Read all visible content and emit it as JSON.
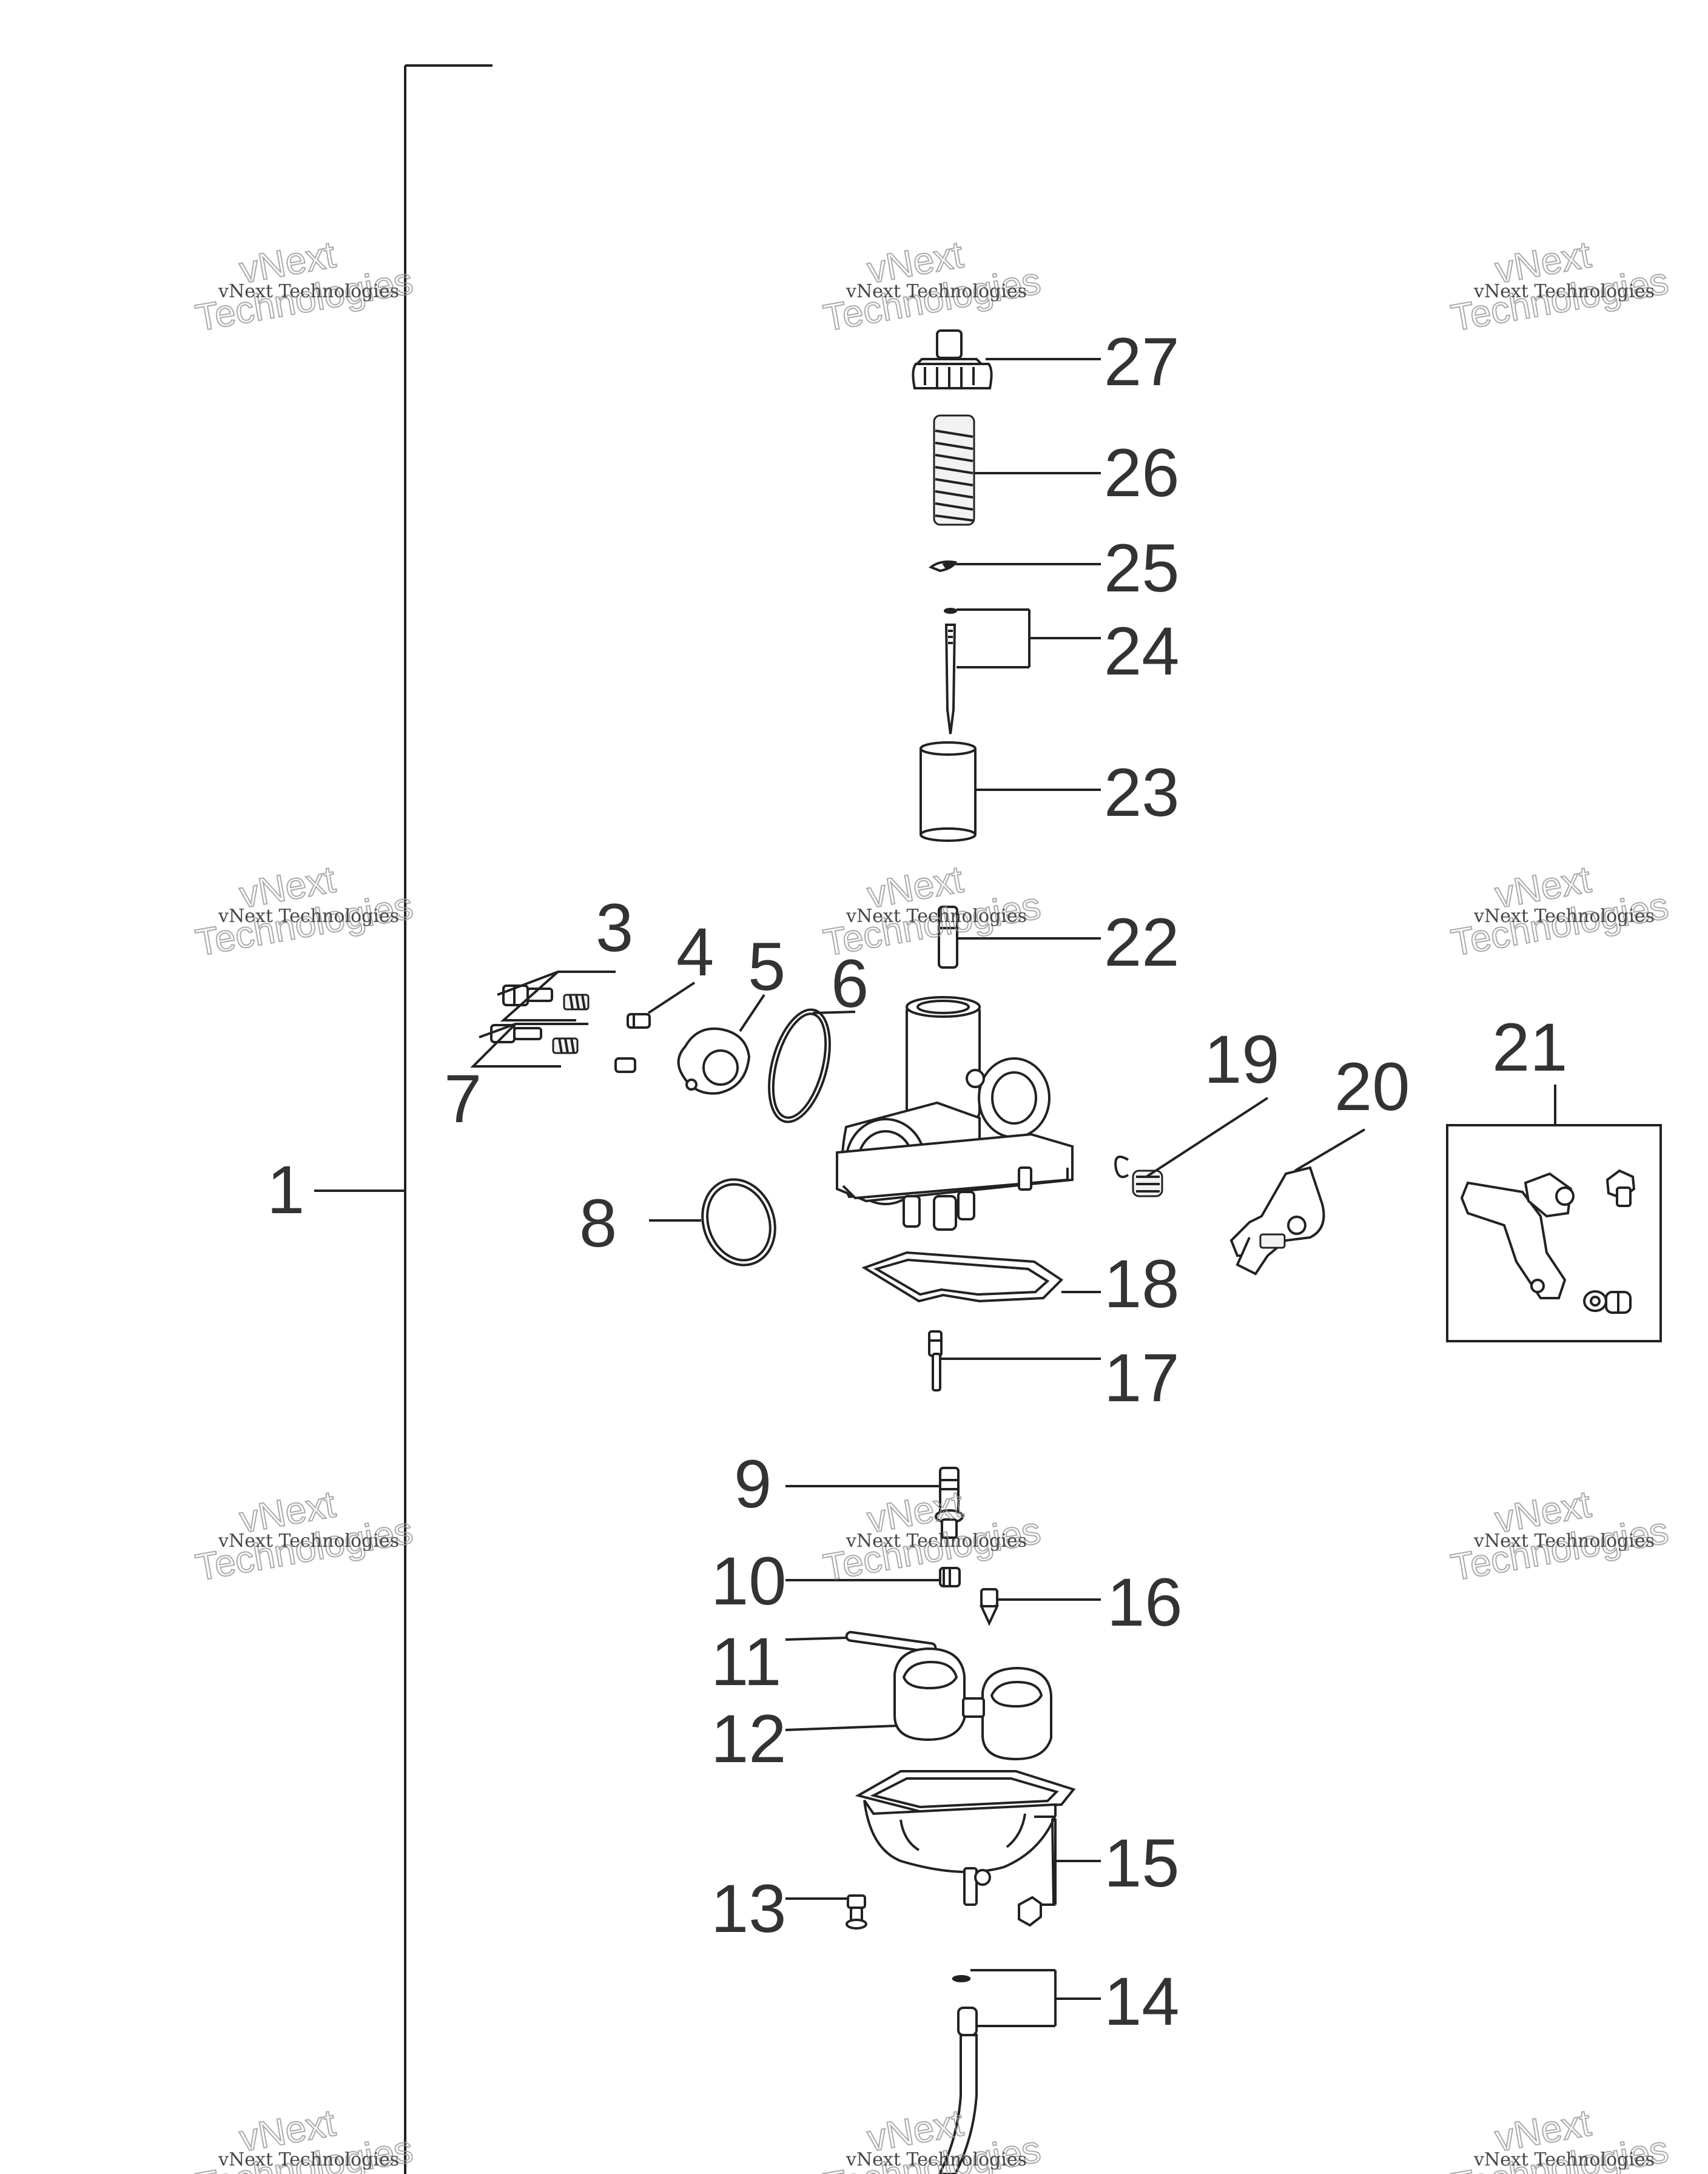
{
  "watermark": {
    "small": "vNext Technologies",
    "big_line1": "vNext",
    "big_line2": "Technologies"
  },
  "callouts": {
    "c1": "1",
    "c3": "3",
    "c4": "4",
    "c5": "5",
    "c6": "6",
    "c7": "7",
    "c8": "8",
    "c9": "9",
    "c10": "10",
    "c11": "11",
    "c12": "12",
    "c13": "13",
    "c14": "14",
    "c15": "15",
    "c16": "16",
    "c17": "17",
    "c18": "18",
    "c19": "19",
    "c20": "20",
    "c21": "21",
    "c22": "22",
    "c23": "23",
    "c24": "24",
    "c25": "25",
    "c26": "26",
    "c27": "27"
  }
}
